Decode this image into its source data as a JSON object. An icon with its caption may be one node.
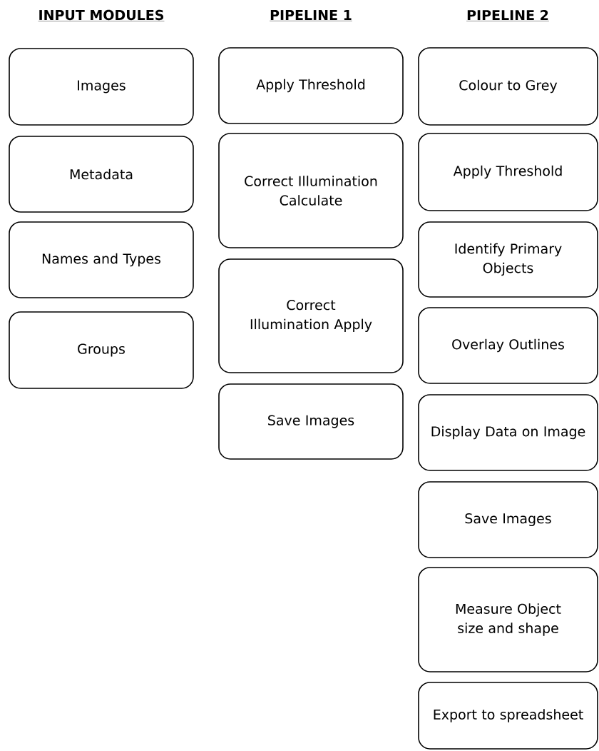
{
  "diagram": {
    "nodes": [
      {
        "text": [
          "Images"
        ]
      },
      {
        "text": [
          "Metadata"
        ]
      },
      {
        "text": [
          "Names and Types"
        ]
      },
      {
        "text": [
          "Groups"
        ]
      },
      {
        "text": [
          "Apply Threshold"
        ]
      },
      {
        "text": [
          "Correct Illumination Calculate"
        ]
      },
      {
        "text": [
          "Correct Illumination Apply"
        ]
      },
      {
        "text": [
          "Save Images"
        ]
      },
      {
        "text": [
          "Colour to Grey"
        ]
      },
      {
        "text": [
          "Apply Threshold"
        ]
      },
      {
        "text": [
          "Identify Primary Objects"
        ]
      },
      {
        "text": [
          "Overlay Outlines"
        ]
      },
      {
        "text": [
          "Display Data on Image"
        ]
      },
      {
        "text": [
          "Save Images"
        ]
      },
      {
        "text": [
          "Measure Object size and shape"
        ]
      },
      {
        "text": [
          "Export to spreadsheet"
        ]
      }
    ],
    "labels": [
      "INPUT MODULES",
      "PIPELINE 1",
      "PIPELINE 2"
    ]
  }
}
